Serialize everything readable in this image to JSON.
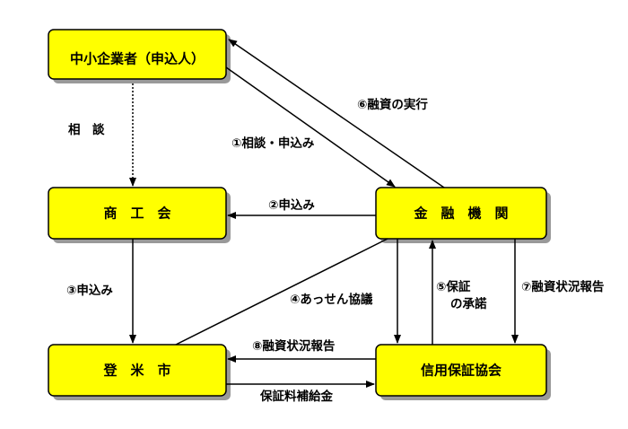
{
  "nodes": {
    "sme": "中小企業者（申込人）",
    "chamber": "商　工　会",
    "city": "登　米　市",
    "bank": "金　融　機　関",
    "guarantee": "信用保証協会"
  },
  "labels": {
    "consult": "相　談",
    "consult_apply": "①相談・申込み",
    "apply2": "②申込み",
    "apply3": "③申込み",
    "mediation": "④あっせん協議",
    "approval_l1": "⑤保証",
    "approval_l2": "の承諾",
    "loan": "⑥融資の実行",
    "report7": "⑦融資状況報告",
    "report8": "⑧融資状況報告",
    "subsidy": "保証料補給金"
  },
  "colors": {
    "box_fill": "#ffff00",
    "shadow": "#999999",
    "stroke": "#000000"
  }
}
